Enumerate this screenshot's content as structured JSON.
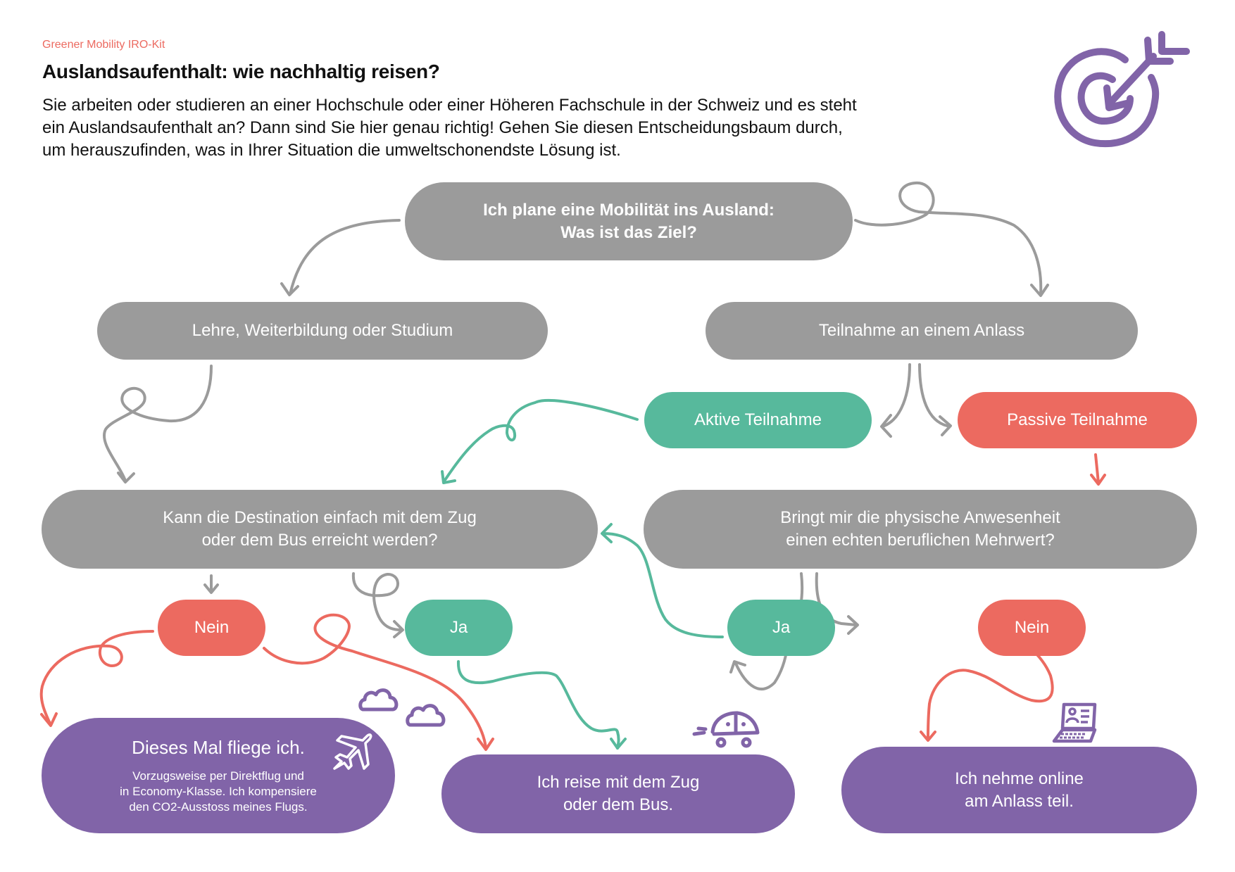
{
  "header": {
    "kicker": "Greener Mobility IRO-Kit",
    "title": "Auslandsaufenthalt: wie nachhaltig reisen?",
    "intro_lines": [
      "Sie arbeiten oder studieren an einer Hochschule oder einer Höheren Fachschule in der Schweiz und es steht",
      "ein Auslandsaufenthalt an? Dann sind Sie hier genau richtig! Gehen Sie diesen Entscheidungsbaum durch,",
      "um herauszufinden, was in Ihrer Situation die umweltschonendste Lösung ist."
    ]
  },
  "colors": {
    "question": "#9b9b9b",
    "yes": "#57b99c",
    "no": "#ec6a60",
    "outcome": "#8164a8",
    "accent": "#ec6a60"
  },
  "icons": {
    "header": "target-arrow-icon",
    "clouds": "cloud-icon",
    "plane": "airplane-icon",
    "car": "car-icon",
    "laptop": "laptop-icon"
  },
  "nodes": {
    "start": {
      "line1": "Ich plane eine Mobilität ins Ausland:",
      "line2": "Was ist das Ziel?"
    },
    "education": {
      "label": "Lehre, Weiterbildung oder Studium"
    },
    "event": {
      "label": "Teilnahme an einem Anlass"
    },
    "active": {
      "label": "Aktive Teilnahme"
    },
    "passive": {
      "label": "Passive Teilnahme"
    },
    "train_question": {
      "line1": "Kann die Destination einfach mit dem Zug",
      "line2": "oder dem Bus erreicht werden?"
    },
    "presence_question": {
      "line1": "Bringt mir die physische Anwesenheit",
      "line2": "einen echten beruflichen Mehrwert?"
    },
    "train_no": {
      "label": "Nein"
    },
    "train_yes": {
      "label": "Ja"
    },
    "presence_yes": {
      "label": "Ja"
    },
    "presence_no": {
      "label": "Nein"
    },
    "outcome_fly": {
      "title": "Dieses Mal fliege ich.",
      "sub1": "Vorzugsweise per Direktflug und",
      "sub2": "in Economy-Klasse. Ich kompensiere",
      "sub3": "den CO2-Ausstoss meines Flugs."
    },
    "outcome_train": {
      "line1": "Ich reise mit dem Zug",
      "line2": "oder dem Bus."
    },
    "outcome_online": {
      "line1": "Ich nehme online",
      "line2": "am Anlass teil."
    }
  }
}
